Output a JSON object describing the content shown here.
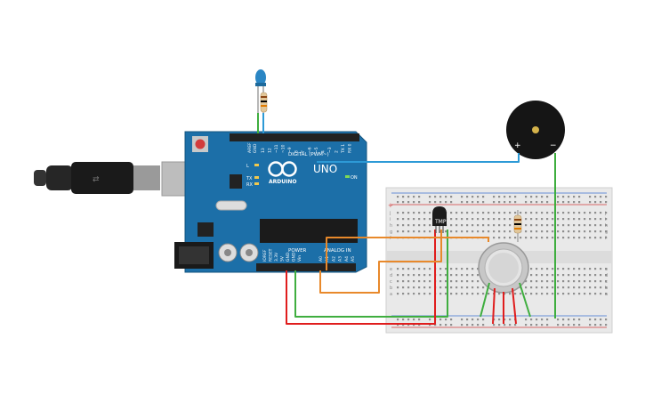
{
  "board": {
    "model": "UNO",
    "brand": "ARDUINO",
    "digital_header": "DIGITAL (PWM~)",
    "analog_header": "ANALOG IN",
    "power_header": "POWER",
    "on_label": "ON",
    "tx_label": "TX",
    "rx_label": "RX",
    "l_label": "L",
    "aref": "AREF",
    "gnd": "GND",
    "digital_pins": [
      "13",
      "12",
      "~11",
      "~10",
      "~9",
      "8",
      "7",
      "~6",
      "~5",
      "4",
      "~3",
      "2",
      "TX 1",
      "RX 0"
    ],
    "power_pins": [
      "IOREF",
      "RESET",
      "3.3V",
      "5V",
      "GND",
      "GND",
      "Vin"
    ],
    "analog_pins": [
      "A0",
      "A1",
      "A2",
      "A3",
      "A4",
      "A5"
    ]
  },
  "components": {
    "temp_sensor_label": "TMP",
    "buzzer_plus": "+",
    "buzzer_minus": "−"
  },
  "breadboard": {
    "row_letters_top": [
      "j",
      "i",
      "h",
      "g",
      "f"
    ],
    "row_letters_bottom": [
      "e",
      "d",
      "c",
      "b",
      "a"
    ],
    "plus_sign": "+",
    "minus_sign": "−"
  },
  "colors": {
    "board": "#1c6fa8",
    "wire_green": "#3fae3f",
    "wire_red": "#e01d1d",
    "wire_orange": "#e8892b",
    "wire_blue": "#2d9ad6",
    "breadboard": "#e9e9e9"
  }
}
